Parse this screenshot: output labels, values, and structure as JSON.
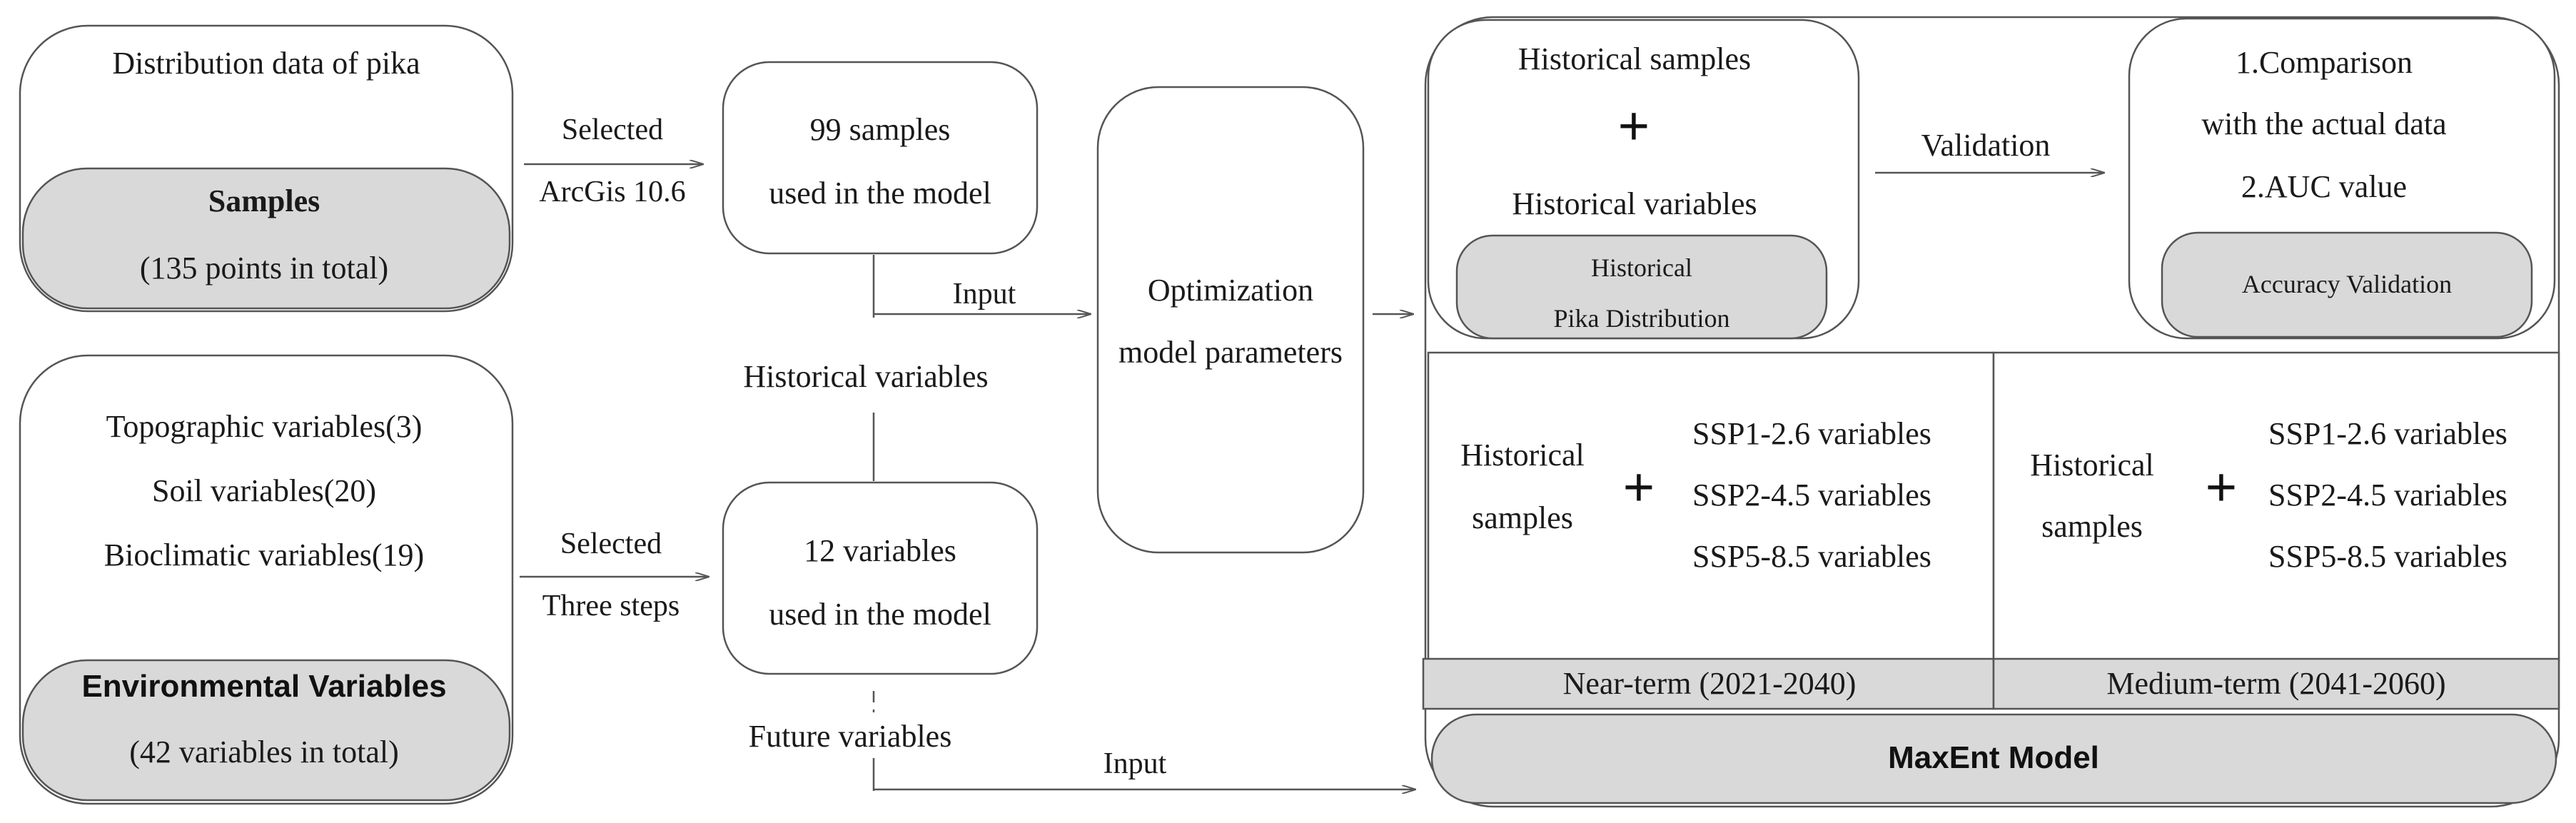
{
  "samples_box": {
    "top_text": "Distribution data of pika",
    "title": "Samples",
    "subtitle": "(135 points in total)"
  },
  "env_box": {
    "lines": [
      "Topographic variables(3)",
      "Soil variables(20)",
      "Bioclimatic variables(19)"
    ],
    "title": "Environmental Variables",
    "subtitle": "(42 variables in total)"
  },
  "arrow_samples": {
    "top": "Selected",
    "bottom": "ArcGis 10.6"
  },
  "arrow_env": {
    "top": "Selected",
    "bottom": "Three steps"
  },
  "samples_used": {
    "line1": "99 samples",
    "line2": "used in the model"
  },
  "vars_used": {
    "line1": "12 variables",
    "line2": "used in the model"
  },
  "labels": {
    "input_top": "Input",
    "historical_variables": "Historical variables",
    "future_variables": "Future variables",
    "input_bottom": "Input",
    "validation": "Validation"
  },
  "optimization": {
    "line1": "Optimization",
    "line2": "model parameters"
  },
  "historical_block": {
    "line1": "Historical samples",
    "plus": "+",
    "line2": "Historical variables",
    "tag_line1": "Historical",
    "tag_line2": "Pika Distribution"
  },
  "accuracy_block": {
    "line1": "1.Comparison",
    "line2": "with the actual data",
    "line3": "2.AUC value",
    "tag": "Accuracy Validation"
  },
  "near_term": {
    "samples_line1": "Historical",
    "samples_line2": "samples",
    "plus": "+",
    "ssp": [
      "SSP1-2.6 variables",
      "SSP2-4.5 variables",
      "SSP5-8.5 variables"
    ],
    "footer": "Near-term (2021-2040)"
  },
  "medium_term": {
    "samples_line1": "Historical",
    "samples_line2": "samples",
    "plus": "+",
    "ssp": [
      "SSP1-2.6 variables",
      "SSP2-4.5 variables",
      "SSP5-8.5 variables"
    ],
    "footer": "Medium-term (2041-2060)"
  },
  "maxent": {
    "label": "MaxEnt Model"
  }
}
